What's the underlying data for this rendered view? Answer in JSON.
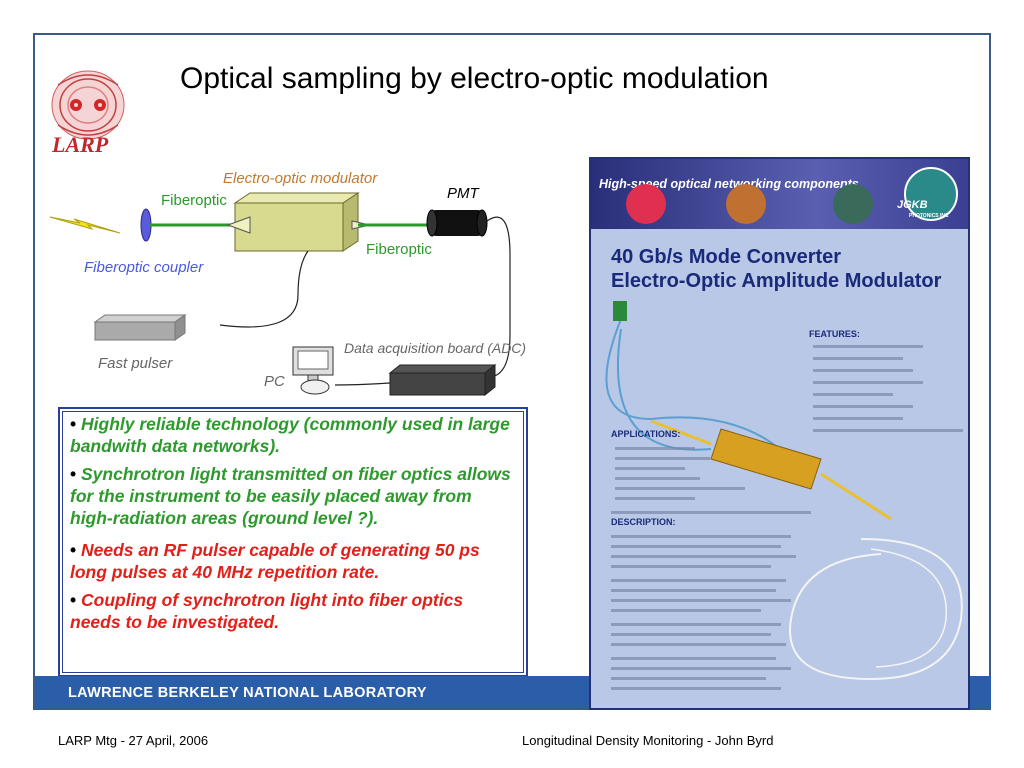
{
  "slide": {
    "title": "Optical sampling by electro-optic modulation",
    "logo_text": "LARP",
    "footer_bar_text": "LAWRENCE BERKELEY NATIONAL LABORATORY",
    "footer_left": "LARP Mtg  -  27 April, 2006",
    "footer_right": "Longitudinal Density Monitoring  -  John Byrd"
  },
  "diagram": {
    "electro_optic_modulator": "Electro-optic modulator",
    "pmt": "PMT",
    "fiberoptic_left": "Fiberoptic",
    "fiberoptic_right": "Fiberoptic",
    "fiberoptic_coupler": "Fiberoptic coupler",
    "fast_pulser": "Fast pulser",
    "data_acquisition": "Data acquisition board (ADC)",
    "pc": "PC"
  },
  "bullets": [
    {
      "text": "Highly reliable technology (commonly used in large bandwith data networks).",
      "color": "#2e9a2e"
    },
    {
      "text": "Synchrotron light transmitted on fiber optics allows for the instrument to be easily placed away from high-radiation areas (ground level ?).",
      "color": "#2e9a2e"
    },
    {
      "text": "Needs an RF pulser capable of generating 50 ps long pulses at 40 MHz repetition rate.",
      "color": "#e0201a"
    },
    {
      "text": "Coupling of synchrotron light into fiber optics needs to be investigated.",
      "color": "#e0201a"
    }
  ],
  "brochure": {
    "header": "High-speed optical networking components",
    "brand": "JGKB",
    "brand_sub": "PHOTONICS INC",
    "title_line1": "40 Gb/s Mode Converter",
    "title_line2": "Electro-Optic Amplitude Modulator",
    "features_heading": "FEATURES:",
    "applications_heading": "APPLICATIONS:",
    "description_heading": "DESCRIPTION:"
  }
}
